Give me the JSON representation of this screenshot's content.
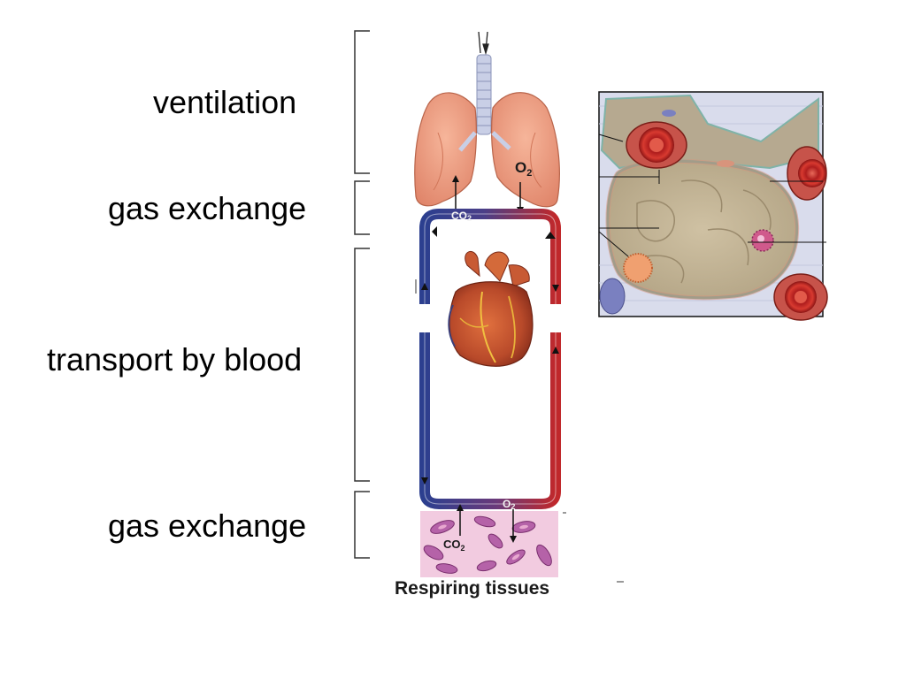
{
  "stage_labels": {
    "ventilation": "ventilation",
    "gas_exchange_lungs": "gas exchange",
    "transport": "transport by blood",
    "gas_exchange_tissues": "gas exchange"
  },
  "diagram": {
    "lung_o2": "O",
    "lung_o2_sub": "2",
    "lung_co2": "CO",
    "lung_co2_sub": "2",
    "tissue_o2": "O",
    "tissue_o2_sub": "2",
    "tissue_co2": "CO",
    "tissue_co2_sub": "2",
    "tissues_caption": "Respiring tissues"
  },
  "colors": {
    "deoxygenated_vessel": "#2c3f8f",
    "oxygenated_vessel": "#c0282b",
    "lung": "#ec9c7e",
    "tissue": "#f2cbe0",
    "cell": "#a04f95"
  }
}
